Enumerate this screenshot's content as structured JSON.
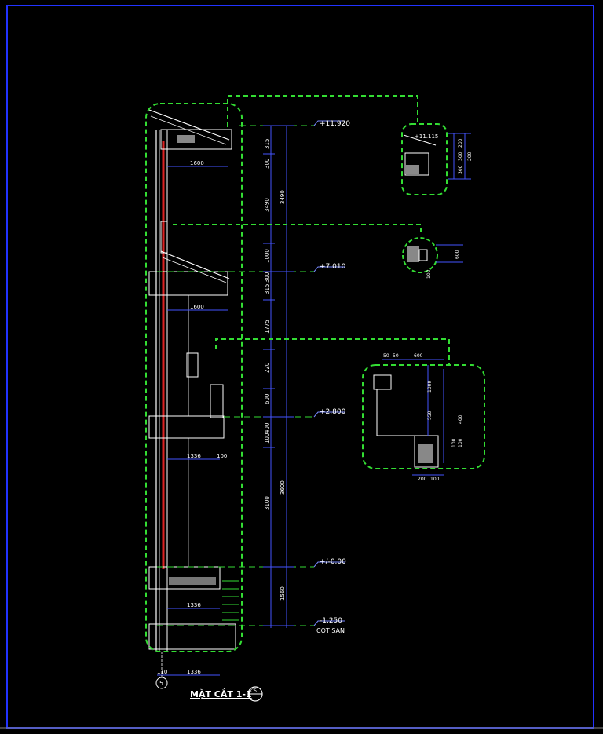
{
  "colors": {
    "background": "#000000",
    "frame": "#2233ff",
    "detail_outline": "#33dd33",
    "dimension": "#4455ff",
    "wall": "#ffffff",
    "wall_core": "#dd2222",
    "level_line": "#7788ff",
    "label_text": "#ffffff"
  },
  "levels": [
    {
      "label": "+11.920"
    },
    {
      "label": "+7.010"
    },
    {
      "label": "+2.800"
    },
    {
      "label": "+/-0.00"
    },
    {
      "label": "-1.250"
    }
  ],
  "ground_label": "COT SAN",
  "left_dimensions": [
    {
      "label": "1600"
    },
    {
      "label": "1600"
    },
    {
      "label": "1336"
    },
    {
      "label": "100"
    },
    {
      "label": "1336"
    },
    {
      "label": "1336"
    },
    {
      "label": "110"
    }
  ],
  "vertical_dimensions": [
    {
      "label": "315"
    },
    {
      "label": "300"
    },
    {
      "label": "3490"
    },
    {
      "label": "1000"
    },
    {
      "label": "315"
    },
    {
      "label": "300"
    },
    {
      "label": "1775"
    },
    {
      "label": "3490"
    },
    {
      "label": "220"
    },
    {
      "label": "600"
    },
    {
      "label": "400"
    },
    {
      "label": "100"
    },
    {
      "label": "3100"
    },
    {
      "label": "3600"
    },
    {
      "label": "1560"
    }
  ],
  "detail_top": {
    "labels": [
      "+11.115",
      "200",
      "300",
      "300",
      "200"
    ]
  },
  "detail_mid": {
    "labels": [
      "600",
      "100"
    ]
  },
  "detail_lower": {
    "labels": [
      "50",
      "600",
      "50",
      "1000",
      "550",
      "400",
      "100",
      "100",
      "200",
      "100"
    ]
  },
  "section_title": "MẶT CẮT 1-1",
  "section_badge": "C5",
  "grid_marker": "5"
}
